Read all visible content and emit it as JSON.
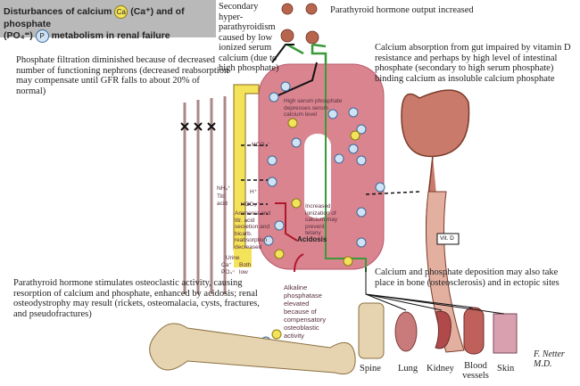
{
  "title": {
    "line1_a": "Disturbances of calcium",
    "ca_symbol": "Ca",
    "line1_b": "(Ca⁺) and of phosphate",
    "line2_a": "(PO₄⁼)",
    "p_symbol": "P",
    "line2_b": "metabolism in renal failure"
  },
  "labels": {
    "secondary_hpt": "Secondary hyper-parathyroidism caused by low ionized serum calcium (due to high phosphate)",
    "pth_output": "Parathyroid hormone output increased",
    "phosphate_filtration": "Phosphate filtration diminished because of decreased number of functioning nephrons (decreased reabsorption may compensate until GFR falls to about 20% of normal)",
    "calcium_absorption": "Calcium absorption from gut impaired by vitamin D resistance and perhaps by high level of intestinal phosphate (secondary to high serum phosphate) binding calcium as insoluble calcium phosphate",
    "high_serum_phosphate": "High serum phosphate depresses serum calcium level",
    "hco3_1": "HCO₃⁻",
    "nh4": "NH₄⁺",
    "titr_acid": "Titr. acid",
    "h_plus": "H⁺",
    "hco3_2": "HCO₃⁻",
    "ammonia": "Ammonia and titr. acid secretion and bicarb. reabsorption decreased",
    "increased_ionization": "Increased ionization of calcium may prevent tetany",
    "acidosis": "Acidosis",
    "urine": "Urine",
    "urine_ca": "Ca⁺",
    "urine_po4": "PO₄⁼",
    "both_low": "Both low",
    "vit_d": "Vit. D",
    "pth_stimulates": "Parathyroid hormone stimulates osteoclastic activity, causing resorption of calcium and phosphate, enhanced by acidosis; renal osteodystrophy may result (rickets, osteomalacia, cysts, fractures, and pseudofractures)",
    "resorption_word": "resorption",
    "alk_phos": "Alkaline phosphatase elevated because of compensatory osteoblastic activity",
    "deposition": "Calcium and phosphate deposition may also take place in bone (osteosclerosis) and in ectopic sites",
    "sites": [
      "Spine",
      "Lung",
      "Kidney",
      "Blood vessels",
      "Skin"
    ],
    "signature": "F. Netter M.D."
  },
  "colors": {
    "vessel": "#d9848f",
    "vessel_dark": "#b8586a",
    "green": "#3a9a3a",
    "urine": "#f3e35a",
    "bone": "#e6d3b0",
    "title_bg": "#b9b9b9"
  }
}
